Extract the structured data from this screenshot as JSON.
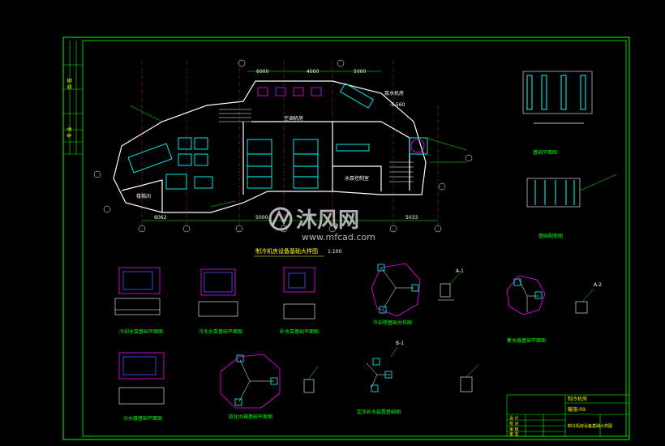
{
  "drawing": {
    "dims_top": [
      "6000",
      "4000",
      "5000"
    ],
    "dims_bottom": [
      "6062",
      "5000",
      "5033"
    ],
    "level_mark": "-5.560",
    "room_labels": {
      "air_handling": "空调机房",
      "pump_room": "泵水机房",
      "lift_room": "水泵控制室",
      "stair_room": "楼梯间"
    },
    "main_plan_title": "制冷机房设备基础大样图",
    "main_plan_scale": "1:100",
    "detail_captions": [
      "冷却水泵基础平面图",
      "冷冻水泵基础平面图",
      "补水泵基础平面图",
      "冷却塔基础大样图",
      "集水器基础平面图",
      "分水器基础平面图",
      "软化水箱基础平面图",
      "定压补水装置基础图"
    ],
    "section_captions": [
      "基础平面图",
      "基础配筋图"
    ],
    "callouts": [
      "A-1",
      "A-2",
      "B-1"
    ],
    "title_block": {
      "project": "制冷机房",
      "drawing_name": "制冷机房设备基础大样图",
      "sheet_no": "暖施-09",
      "rows": [
        "设 计",
        "校 对",
        "审 核",
        "审 定"
      ]
    },
    "sidebar_labels": [
      "会 签",
      "专 业"
    ]
  },
  "watermark": {
    "brand": "沐风网",
    "url": "www.mfcad.com"
  },
  "colors": {
    "background": "#000000",
    "frame": "#00ff00",
    "walls": "#ffffff",
    "equipment": "#00ffff",
    "magenta": "#ff00ff",
    "yellow": "#ffff00",
    "blue": "#4060ff"
  }
}
